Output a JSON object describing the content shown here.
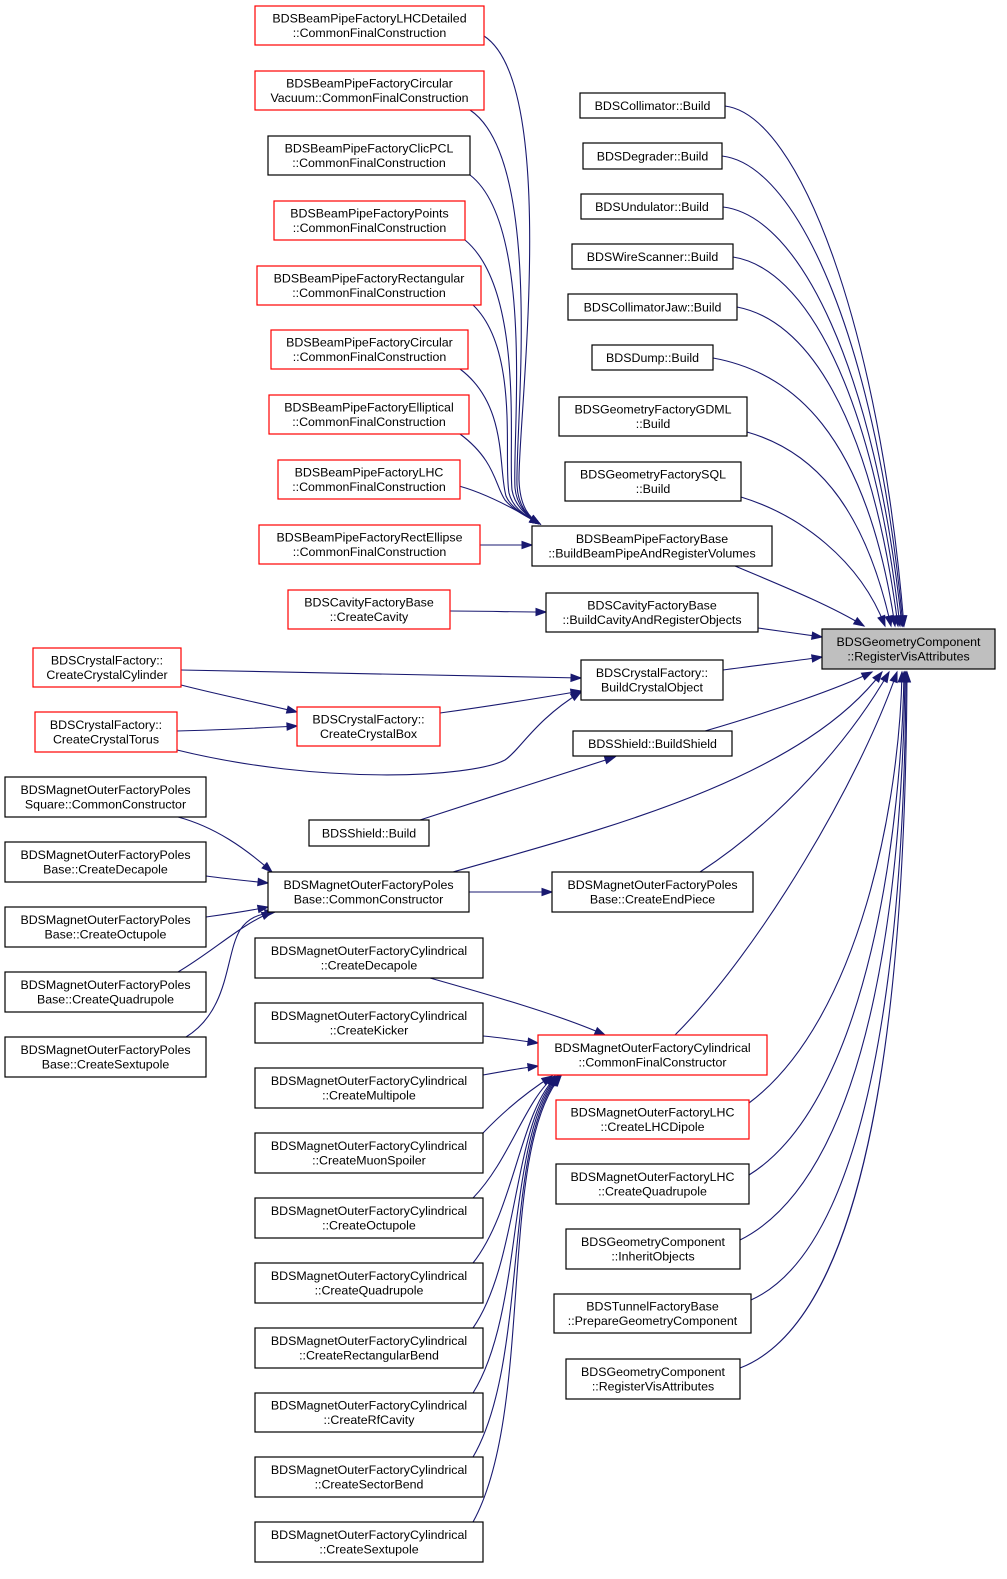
{
  "diagram": {
    "kind": "caller-graph",
    "colors": {
      "edge": "#191970",
      "border_documented": "#000000",
      "border_undocumented": "#ff0000",
      "target_fill": "#bfbfbf"
    },
    "nodes": [
      {
        "id": "target",
        "style": "grey",
        "lines": [
          "BDSGeometryComponent",
          "::RegisterVisAttributes"
        ]
      },
      {
        "id": "bpf_lhcdet",
        "style": "red",
        "lines": [
          "BDSBeamPipeFactoryLHCDetailed",
          "::CommonFinalConstruction"
        ]
      },
      {
        "id": "bpf_circvac",
        "style": "red",
        "lines": [
          "BDSBeamPipeFactoryCircular",
          "Vacuum::CommonFinalConstruction"
        ]
      },
      {
        "id": "bpf_clicpcl",
        "style": "black",
        "lines": [
          "BDSBeamPipeFactoryClicPCL",
          "::CommonFinalConstruction"
        ]
      },
      {
        "id": "bpf_points",
        "style": "red",
        "lines": [
          "BDSBeamPipeFactoryPoints",
          "::CommonFinalConstruction"
        ]
      },
      {
        "id": "bpf_rect",
        "style": "red",
        "lines": [
          "BDSBeamPipeFactoryRectangular",
          "::CommonFinalConstruction"
        ]
      },
      {
        "id": "bpf_circ",
        "style": "red",
        "lines": [
          "BDSBeamPipeFactoryCircular",
          "::CommonFinalConstruction"
        ]
      },
      {
        "id": "bpf_ellip",
        "style": "red",
        "lines": [
          "BDSBeamPipeFactoryElliptical",
          "::CommonFinalConstruction"
        ]
      },
      {
        "id": "bpf_lhc",
        "style": "red",
        "lines": [
          "BDSBeamPipeFactoryLHC",
          "::CommonFinalConstruction"
        ]
      },
      {
        "id": "bpf_rectellipse",
        "style": "red",
        "lines": [
          "BDSBeamPipeFactoryRectEllipse",
          "::CommonFinalConstruction"
        ]
      },
      {
        "id": "bpf_base",
        "style": "black",
        "lines": [
          "BDSBeamPipeFactoryBase",
          "::BuildBeamPipeAndRegisterVolumes"
        ]
      },
      {
        "id": "cav_create",
        "style": "red",
        "lines": [
          "BDSCavityFactoryBase",
          "::CreateCavity"
        ]
      },
      {
        "id": "cav_build",
        "style": "black",
        "lines": [
          "BDSCavityFactoryBase",
          "::BuildCavityAndRegisterObjects"
        ]
      },
      {
        "id": "cry_cyl",
        "style": "red",
        "lines": [
          "BDSCrystalFactory::",
          "CreateCrystalCylinder"
        ]
      },
      {
        "id": "cry_torus",
        "style": "red",
        "lines": [
          "BDSCrystalFactory::",
          "CreateCrystalTorus"
        ]
      },
      {
        "id": "cry_box",
        "style": "red",
        "lines": [
          "BDSCrystalFactory::",
          "CreateCrystalBox"
        ]
      },
      {
        "id": "cry_build",
        "style": "black",
        "lines": [
          "BDSCrystalFactory::",
          "BuildCrystalObject"
        ]
      },
      {
        "id": "shield_bs",
        "style": "black",
        "lines": [
          "BDSShield::BuildShield"
        ]
      },
      {
        "id": "shield_b",
        "style": "black",
        "lines": [
          "BDSShield::Build"
        ]
      },
      {
        "id": "collimator",
        "style": "black",
        "lines": [
          "BDSCollimator::Build"
        ]
      },
      {
        "id": "degrader",
        "style": "black",
        "lines": [
          "BDSDegrader::Build"
        ]
      },
      {
        "id": "undulator",
        "style": "black",
        "lines": [
          "BDSUndulator::Build"
        ]
      },
      {
        "id": "wirescanner",
        "style": "black",
        "lines": [
          "BDSWireScanner::Build"
        ]
      },
      {
        "id": "collimatorjaw",
        "style": "black",
        "lines": [
          "BDSCollimatorJaw::Build"
        ]
      },
      {
        "id": "dump",
        "style": "black",
        "lines": [
          "BDSDump::Build"
        ]
      },
      {
        "id": "gdml",
        "style": "black",
        "lines": [
          "BDSGeometryFactoryGDML",
          "::Build"
        ]
      },
      {
        "id": "sql",
        "style": "black",
        "lines": [
          "BDSGeometryFactorySQL",
          "::Build"
        ]
      },
      {
        "id": "mofp_sq",
        "style": "black",
        "lines": [
          "BDSMagnetOuterFactoryPoles",
          "Square::CommonConstructor"
        ]
      },
      {
        "id": "mofp_deca",
        "style": "black",
        "lines": [
          "BDSMagnetOuterFactoryPoles",
          "Base::CreateDecapole"
        ]
      },
      {
        "id": "mofp_octu",
        "style": "black",
        "lines": [
          "BDSMagnetOuterFactoryPoles",
          "Base::CreateOctupole"
        ]
      },
      {
        "id": "mofp_quad",
        "style": "black",
        "lines": [
          "BDSMagnetOuterFactoryPoles",
          "Base::CreateQuadrupole"
        ]
      },
      {
        "id": "mofp_sext",
        "style": "black",
        "lines": [
          "BDSMagnetOuterFactoryPoles",
          "Base::CreateSextupole"
        ]
      },
      {
        "id": "mofp_common",
        "style": "black",
        "lines": [
          "BDSMagnetOuterFactoryPoles",
          "Base::CommonConstructor"
        ]
      },
      {
        "id": "mofp_end",
        "style": "black",
        "lines": [
          "BDSMagnetOuterFactoryPoles",
          "Base::CreateEndPiece"
        ]
      },
      {
        "id": "mofc_deca",
        "style": "black",
        "lines": [
          "BDSMagnetOuterFactoryCylindrical",
          "::CreateDecapole"
        ]
      },
      {
        "id": "mofc_kick",
        "style": "black",
        "lines": [
          "BDSMagnetOuterFactoryCylindrical",
          "::CreateKicker"
        ]
      },
      {
        "id": "mofc_multi",
        "style": "black",
        "lines": [
          "BDSMagnetOuterFactoryCylindrical",
          "::CreateMultipole"
        ]
      },
      {
        "id": "mofc_muon",
        "style": "black",
        "lines": [
          "BDSMagnetOuterFactoryCylindrical",
          "::CreateMuonSpoiler"
        ]
      },
      {
        "id": "mofc_octu",
        "style": "black",
        "lines": [
          "BDSMagnetOuterFactoryCylindrical",
          "::CreateOctupole"
        ]
      },
      {
        "id": "mofc_quad",
        "style": "black",
        "lines": [
          "BDSMagnetOuterFactoryCylindrical",
          "::CreateQuadrupole"
        ]
      },
      {
        "id": "mofc_rbend",
        "style": "black",
        "lines": [
          "BDSMagnetOuterFactoryCylindrical",
          "::CreateRectangularBend"
        ]
      },
      {
        "id": "mofc_rf",
        "style": "black",
        "lines": [
          "BDSMagnetOuterFactoryCylindrical",
          "::CreateRfCavity"
        ]
      },
      {
        "id": "mofc_sbend",
        "style": "black",
        "lines": [
          "BDSMagnetOuterFactoryCylindrical",
          "::CreateSectorBend"
        ]
      },
      {
        "id": "mofc_sext",
        "style": "black",
        "lines": [
          "BDSMagnetOuterFactoryCylindrical",
          "::CreateSextupole"
        ]
      },
      {
        "id": "mofc_common",
        "style": "red",
        "lines": [
          "BDSMagnetOuterFactoryCylindrical",
          "::CommonFinalConstructor"
        ]
      },
      {
        "id": "moflhc_dip",
        "style": "red",
        "lines": [
          "BDSMagnetOuterFactoryLHC",
          "::CreateLHCDipole"
        ]
      },
      {
        "id": "moflhc_quad",
        "style": "black",
        "lines": [
          "BDSMagnetOuterFactoryLHC",
          "::CreateQuadrupole"
        ]
      },
      {
        "id": "gc_inherit",
        "style": "black",
        "lines": [
          "BDSGeometryComponent",
          "::InheritObjects"
        ]
      },
      {
        "id": "tunnel",
        "style": "black",
        "lines": [
          "BDSTunnelFactoryBase",
          "::PrepareGeometryComponent"
        ]
      },
      {
        "id": "gc_register",
        "style": "black",
        "lines": [
          "BDSGeometryComponent",
          "::RegisterVisAttributes"
        ]
      }
    ],
    "edges": [
      [
        "bpf_lhcdet",
        "bpf_base"
      ],
      [
        "bpf_circvac",
        "bpf_base"
      ],
      [
        "bpf_clicpcl",
        "bpf_base"
      ],
      [
        "bpf_points",
        "bpf_base"
      ],
      [
        "bpf_rect",
        "bpf_base"
      ],
      [
        "bpf_circ",
        "bpf_base"
      ],
      [
        "bpf_ellip",
        "bpf_base"
      ],
      [
        "bpf_lhc",
        "bpf_base"
      ],
      [
        "bpf_rectellipse",
        "bpf_base"
      ],
      [
        "bpf_base",
        "target"
      ],
      [
        "cav_create",
        "cav_build"
      ],
      [
        "cav_build",
        "target"
      ],
      [
        "cry_cyl",
        "cry_build"
      ],
      [
        "cry_cyl",
        "cry_box"
      ],
      [
        "cry_torus",
        "cry_box"
      ],
      [
        "cry_torus",
        "cry_build"
      ],
      [
        "cry_box",
        "cry_build"
      ],
      [
        "cry_build",
        "target"
      ],
      [
        "shield_b",
        "shield_bs"
      ],
      [
        "shield_bs",
        "target"
      ],
      [
        "collimator",
        "target"
      ],
      [
        "degrader",
        "target"
      ],
      [
        "undulator",
        "target"
      ],
      [
        "wirescanner",
        "target"
      ],
      [
        "collimatorjaw",
        "target"
      ],
      [
        "dump",
        "target"
      ],
      [
        "gdml",
        "target"
      ],
      [
        "sql",
        "target"
      ],
      [
        "mofp_sq",
        "mofp_common"
      ],
      [
        "mofp_deca",
        "mofp_common"
      ],
      [
        "mofp_octu",
        "mofp_common"
      ],
      [
        "mofp_quad",
        "mofp_common"
      ],
      [
        "mofp_sext",
        "mofp_common"
      ],
      [
        "mofp_common",
        "mofp_end"
      ],
      [
        "mofp_common",
        "target"
      ],
      [
        "mofp_end",
        "target"
      ],
      [
        "mofc_deca",
        "mofc_common"
      ],
      [
        "mofc_kick",
        "mofc_common"
      ],
      [
        "mofc_multi",
        "mofc_common"
      ],
      [
        "mofc_muon",
        "mofc_common"
      ],
      [
        "mofc_octu",
        "mofc_common"
      ],
      [
        "mofc_quad",
        "mofc_common"
      ],
      [
        "mofc_rbend",
        "mofc_common"
      ],
      [
        "mofc_rf",
        "mofc_common"
      ],
      [
        "mofc_sbend",
        "mofc_common"
      ],
      [
        "mofc_sext",
        "mofc_common"
      ],
      [
        "mofc_common",
        "target"
      ],
      [
        "moflhc_dip",
        "target"
      ],
      [
        "moflhc_quad",
        "target"
      ],
      [
        "gc_inherit",
        "target"
      ],
      [
        "tunnel",
        "target"
      ],
      [
        "gc_register",
        "target"
      ]
    ]
  }
}
